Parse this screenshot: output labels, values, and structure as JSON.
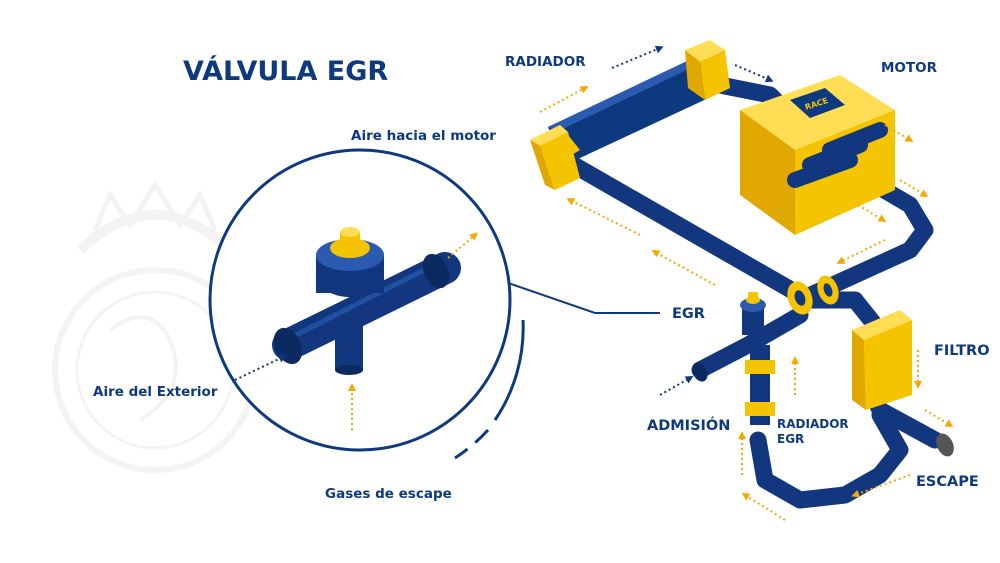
{
  "title": "VÁLVULA EGR",
  "labels": {
    "radiador": "RADIADOR",
    "motor": "MOTOR",
    "aire_motor": "Aire hacia el motor",
    "egr": "EGR",
    "filtro": "FILTRO",
    "admision": "ADMISIÓN",
    "radiador_egr_1": "RADIADOR",
    "radiador_egr_2": "EGR",
    "escape": "ESCAPE",
    "aire_exterior": "Aire del Exterior",
    "gases_escape": "Gases de escape"
  },
  "logo_text": "RACE",
  "colors": {
    "navy": "#0d3a7e",
    "pipe": "#12377f",
    "pipe_light": "#2a5bb0",
    "yellow": "#f5c400",
    "yellow_dark": "#e0a800",
    "arrow": "#f5a800"
  }
}
